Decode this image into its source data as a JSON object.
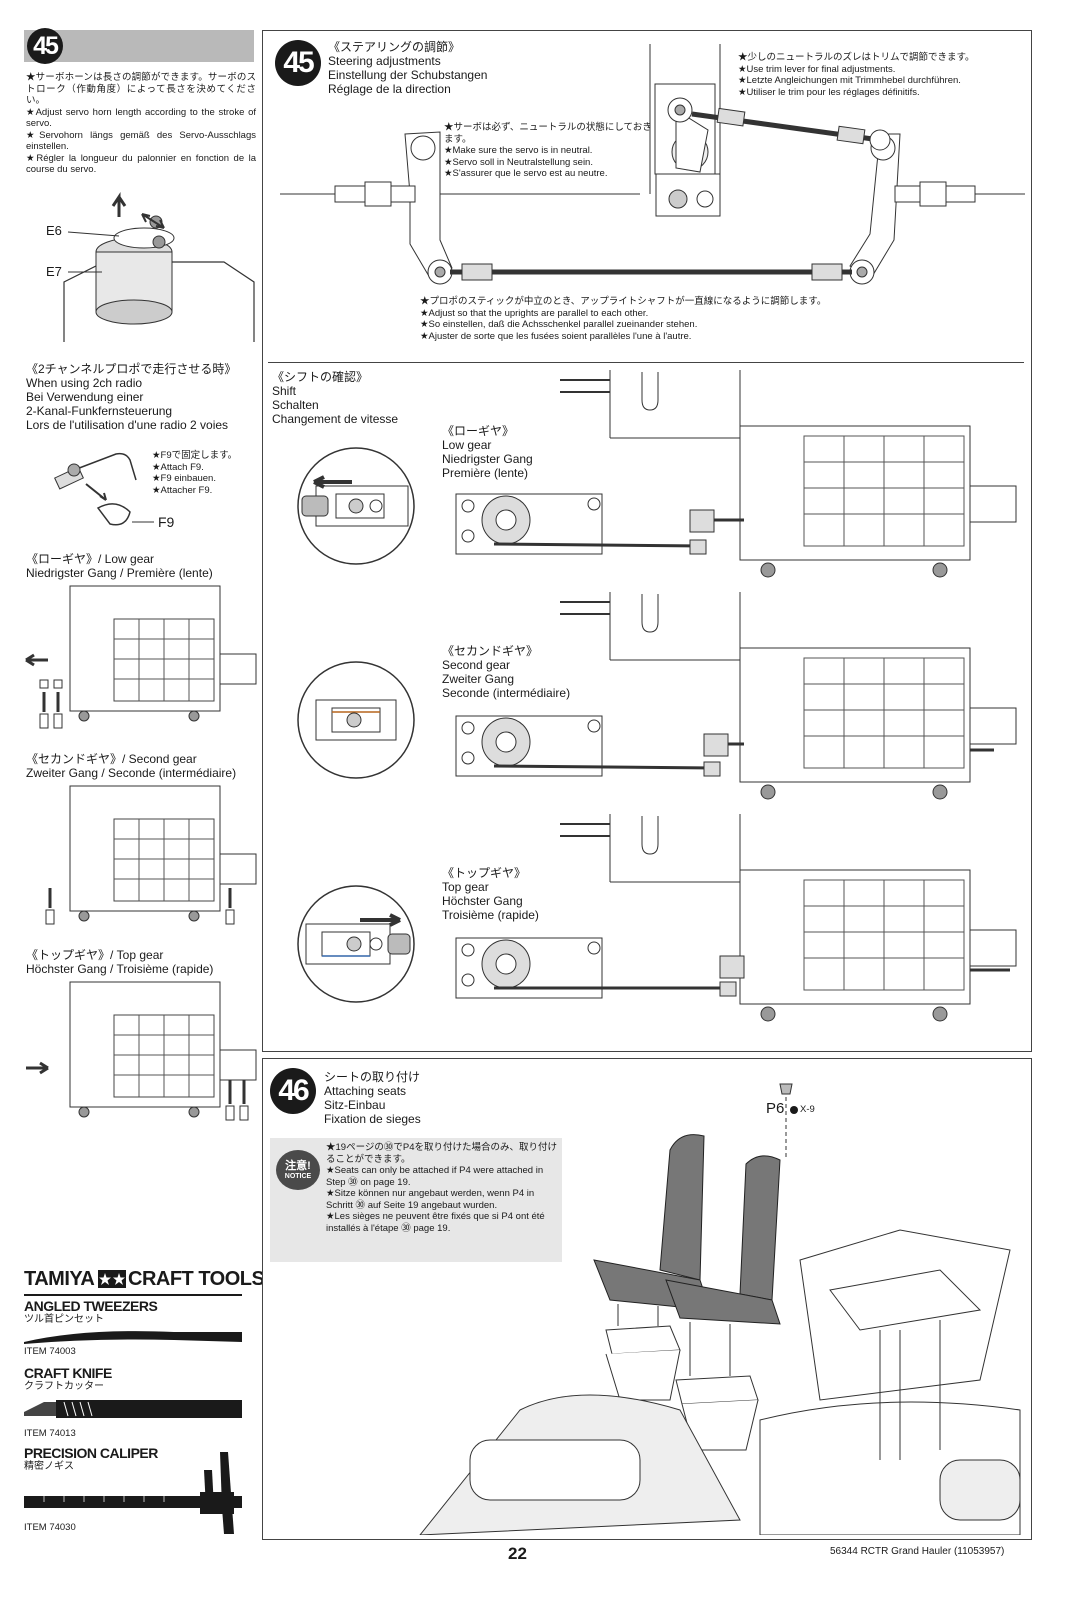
{
  "left": {
    "step_number": "45",
    "notes": "★サーボホーンは長さの調節ができます。サーボのストローク（作動角度）によって長さを決めてください。\n★Adjust servo horn length according to the stroke of servo.\n★Servohorn längs gemäß des Servo-Ausschlags einstellen.\n★Régler la longueur du palonnier en fonction de la course du servo.",
    "part_e6": "E6",
    "part_e7": "E7",
    "radio_title": "《2チャンネルプロポで走行させる時》\nWhen using 2ch radio\nBei Verwendung einer\n2-Kanal-Funkfernsteuerung\nLors de l'utilisation d'une radio 2 voies",
    "attach_note": "★F9で固定します。\n★Attach F9.\n★F9 einbauen.\n★Attacher F9.",
    "part_f9": "F9",
    "low_gear": "《ローギヤ》/ Low gear\nNiedrigster Gang / Première (lente)",
    "second_gear": "《セカンドギヤ》/ Second gear\nZweiter Gang / Seconde (intermédiaire)",
    "top_gear": "《トップギヤ》/ Top gear\nHöchster Gang / Troisième (rapide)"
  },
  "tools": {
    "brand_left": "TAMIYA",
    "brand_right": "CRAFT TOOLS",
    "items": [
      {
        "name": "ANGLED TWEEZERS",
        "jp": "ツル首ピンセット",
        "item": "ITEM 74003"
      },
      {
        "name": "CRAFT KNIFE",
        "jp": "クラフトカッター",
        "item": "ITEM 74013"
      },
      {
        "name": "PRECISION CALIPER",
        "jp": "精密ノギス",
        "item": "ITEM 74030"
      }
    ]
  },
  "step45": {
    "number": "45",
    "title": "《ステアリングの調節》\nSteering adjustments\nEinstellung der Schubstangen\nRéglage de la direction",
    "trim_note": "★少しのニュートラルのズレはトリムで調節できます。\n★Use trim lever for final adjustments.\n★Letzte Angleichungen mit Trimmhebel durchführen.\n★Utiliser le trim pour les réglages définitifs.",
    "servo_note": "★サーボは必ず、ニュートラルの状態にしておきます。\n★Make sure the servo is in neutral.\n★Servo soll in Neutralstellung sein.\n★S'assurer que le servo est au neutre.",
    "upright_note": "★プロポのスティックが中立のとき、アップライトシャフトが一直線になるように調節します。\n★Adjust so that the uprights are parallel to each other.\n★So einstellen, daß die Achsschenkel parallel zueinander stehen.\n★Ajuster de sorte que les fusées soient parallèles l'une à l'autre.",
    "shift_title": "《シフトの確認》\nShift\nSchalten\nChangement de vitesse",
    "low": "《ローギヤ》\nLow gear\nNiedrigster Gang\nPremière (lente)",
    "second": "《セカンドギヤ》\nSecond gear\nZweiter Gang\nSeconde (intermédiaire)",
    "top": "《トップギヤ》\nTop gear\nHöchster Gang\nTroisième (rapide)"
  },
  "step46": {
    "number": "46",
    "title": "シートの取り付け\nAttaching seats\nSitz-Einbau\nFixation de sieges",
    "notice_badge": "注意!",
    "notice_sub": "NOTICE",
    "notice_text": "★19ページの㉚でP4を取り付けた場合のみ、取り付けることができます。\n★Seats can only be attached if P4 were attached in Step ㉚ on page 19.\n★Sitze können nur angebaut werden, wenn P4 in Schritt ㉚ auf Seite 19 angebaut wurden.\n★Les sièges ne peuvent être fixés que si P4 ont été installés à l'étape ㉚ page 19.",
    "part_p6": "P6",
    "part_x9": "X-9"
  },
  "footer": {
    "page_number": "22",
    "doc_id": "56344 RCTR Grand Hauler (11053957)"
  }
}
